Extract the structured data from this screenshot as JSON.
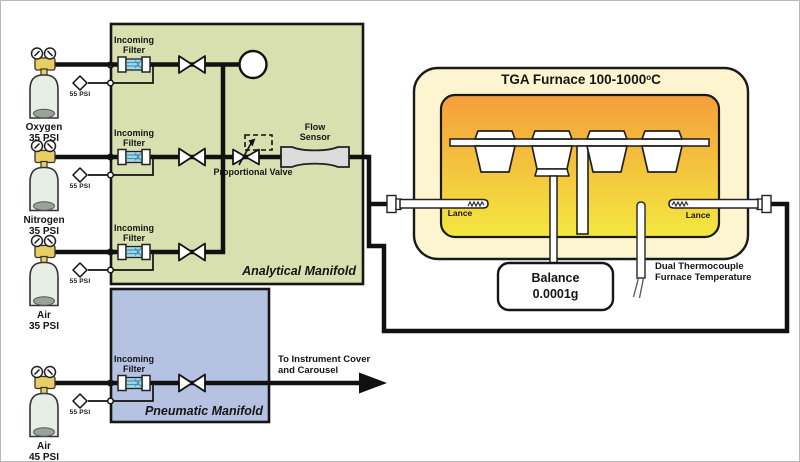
{
  "cylinders": [
    {
      "name": "Oxygen",
      "pressure": "35 PSI",
      "relief": "55 PSI"
    },
    {
      "name": "Nitrogen",
      "pressure": "35 PSI",
      "relief": "55 PSI"
    },
    {
      "name": "Air",
      "pressure": "35 PSI",
      "relief": "55 PSI"
    },
    {
      "name": "Air",
      "pressure": "45 PSI",
      "relief": "55 PSI"
    }
  ],
  "analytical_manifold": {
    "label": "Analytical Manifold",
    "incoming_filter": "Incoming Filter",
    "proportional_valve": "Proportional Valve",
    "flow_sensor": "Flow Sensor"
  },
  "pneumatic_manifold": {
    "label": "Pneumatic Manifold",
    "incoming_filter": "Incoming Filter",
    "output": "To Instrument Cover and Carousel"
  },
  "furnace": {
    "title_main": "TGA Furnace 100-1000",
    "title_sup": "o",
    "title_tail": "C",
    "lance_left": "Lance",
    "lance_right": "Lance",
    "thermocouple_label": "Dual Thermocouple Furnace Temperature",
    "balance_label": "Balance",
    "balance_precision": "0.0001g"
  },
  "colors": {
    "analytical_fill": "#d9e0b0",
    "pneumatic_fill": "#b6c2e2",
    "furnace_outer": "#fcf5cf",
    "furnace_hot_top": "#f59e3c",
    "furnace_hot_bottom": "#f3e840",
    "filter_blue": "#a5d8e8",
    "regulator_yellow": "#e9cf63",
    "flow_sensor_gray": "#dcdcdc",
    "line": "#111111"
  }
}
